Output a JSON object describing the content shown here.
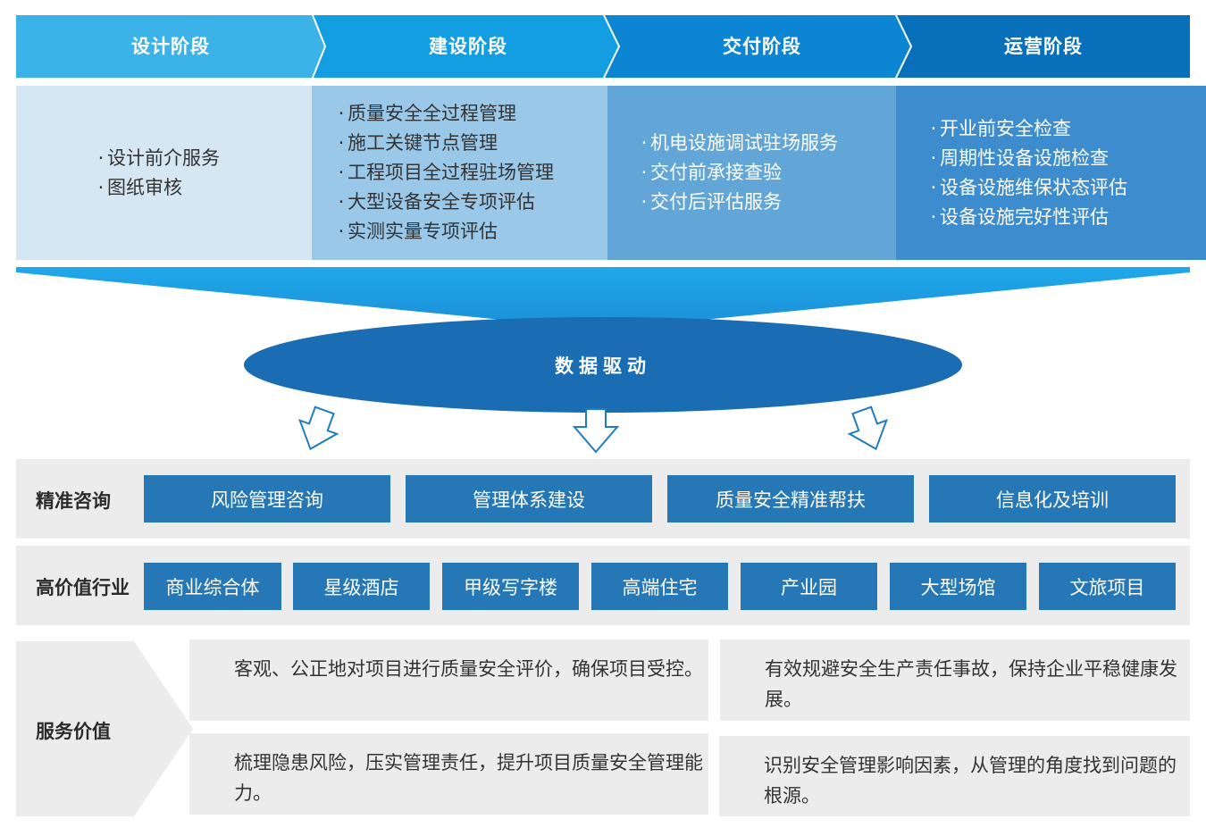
{
  "stages": [
    {
      "title": "设计阶段",
      "items": [
        "设计前介服务",
        "图纸审核"
      ]
    },
    {
      "title": "建设阶段",
      "items": [
        "质量安全全过程管理",
        "施工关键节点管理",
        "工程项目全过程驻场管理",
        "大型设备安全专项评估",
        "实测实量专项评估"
      ]
    },
    {
      "title": "交付阶段",
      "items": [
        "机电设施调试驻场服务",
        "交付前承接查验",
        "交付后评估服务"
      ]
    },
    {
      "title": "运营阶段",
      "items": [
        "开业前安全检查",
        "周期性设备设施检查",
        "设备设施维保状态评估",
        "设备设施完好性评估"
      ]
    }
  ],
  "center": {
    "label": "数据驱动"
  },
  "consulting": {
    "title": "精准咨询",
    "items": [
      "风险管理咨询",
      "管理体系建设",
      "质量安全精准帮扶",
      "信息化及培训"
    ]
  },
  "industries": {
    "title": "高价值行业",
    "items": [
      "商业综合体",
      "星级酒店",
      "甲级写字楼",
      "高端住宅",
      "产业园",
      "大型场馆",
      "文旅项目"
    ]
  },
  "service_value": {
    "title": "服务价值",
    "items": [
      "客观、公正地对项目进行质量安全评价，确保项目受控。",
      "有效规避安全生产责任事故，保持企业平稳健康发展。",
      "梳理隐患风险，压实管理责任，提升项目质量安全管理能力。",
      "识别安全管理影响因素，从管理的角度找到问题的根源。"
    ]
  },
  "colors": {
    "header": [
      "#3cb3e8",
      "#149ee2",
      "#0c86d2",
      "#086fba"
    ],
    "panel_bg": [
      "#d6e7f4",
      "#9ac8e9",
      "#62a6d8",
      "#3d8ccd"
    ],
    "panel_text": [
      "#333333",
      "#333333",
      "#ffffff",
      "#ffffff"
    ],
    "accent": "#2577b5",
    "ellipse": "#1b6db3",
    "gray": "#ececec"
  }
}
